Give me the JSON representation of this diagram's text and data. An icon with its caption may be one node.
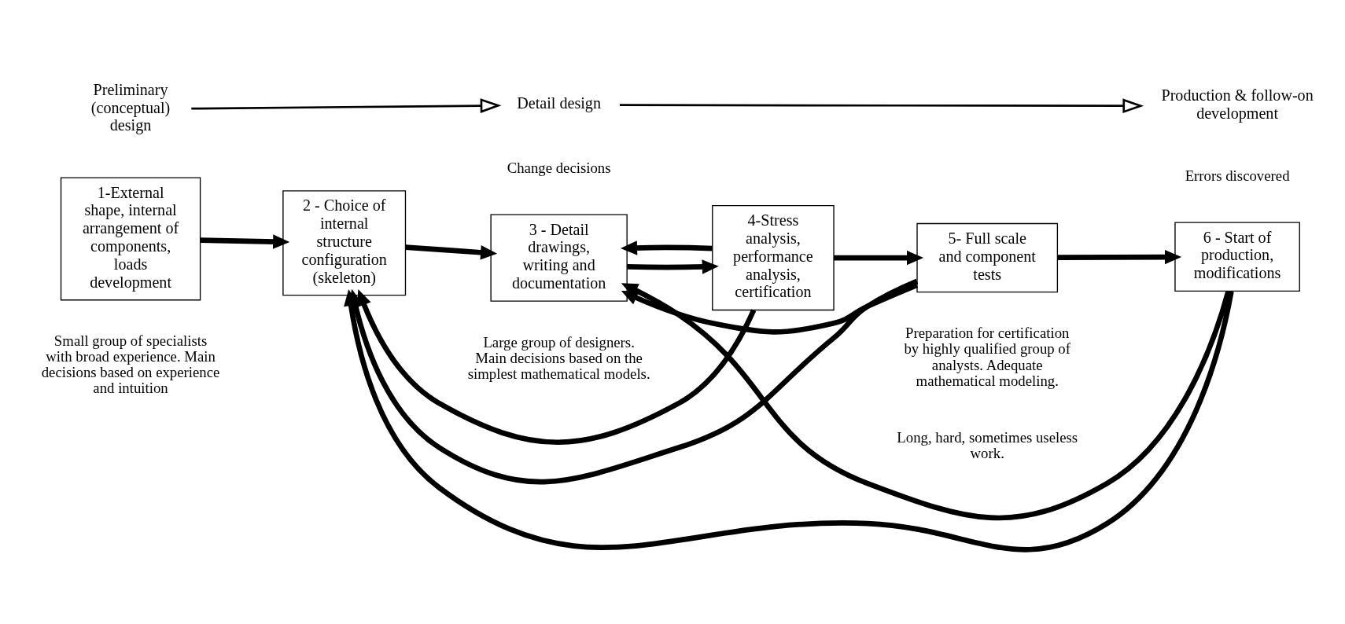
{
  "diagram": {
    "nodes": [
      {
        "text": [
          "Preliminary (conceptual) design"
        ]
      },
      {
        "text": [
          "Detail design"
        ]
      },
      {
        "text": [
          "Production & follow-on development"
        ]
      },
      {
        "text": [
          "1-External shape, internal arrangement of components, loads development"
        ]
      },
      {
        "text": [
          "2 - Choice of internal structure configuration (skeleton)"
        ]
      },
      {
        "text": [
          "3 - Detail drawings, writing and documentation"
        ]
      },
      {
        "text": [
          "4-Stress analysis, performance analysis, certification"
        ]
      },
      {
        "text": [
          "5- Full scale and component tests"
        ]
      },
      {
        "text": [
          "6 - Start of production, modifications"
        ]
      }
    ],
    "edges": [
      {
        "from": 0,
        "to": 1,
        "arrow": "to"
      },
      {
        "from": 1,
        "to": 2,
        "arrow": "to"
      },
      {
        "from": 3,
        "to": 4,
        "arrow": "to"
      },
      {
        "from": 4,
        "to": 5,
        "arrow": "to"
      },
      {
        "from": 5,
        "to": 6,
        "arrow": "to"
      },
      {
        "from": 6,
        "to": 7,
        "arrow": "to"
      },
      {
        "from": 7,
        "to": 8,
        "arrow": "to"
      },
      {
        "from": 6,
        "to": 4,
        "arrow": "to"
      },
      {
        "from": 6,
        "to": 5,
        "arrow": "to"
      },
      {
        "from": 7,
        "to": 4,
        "arrow": "to"
      },
      {
        "from": 7,
        "to": 5,
        "arrow": "to"
      },
      {
        "from": 8,
        "to": 4,
        "arrow": "to"
      },
      {
        "from": 8,
        "to": 5,
        "arrow": "to"
      }
    ],
    "labels": [
      "Change decisions",
      "Errors discovered",
      "Small group of specialists with broad experience. Main decisions based on experience and intuition",
      "Large group of designers.  Main decisions based on the simplest mathematical models.",
      "Preparation for certification by highly qualified group of analysts. Adequate mathematical modeling.",
      "Long, hard, sometimes useless work."
    ]
  }
}
